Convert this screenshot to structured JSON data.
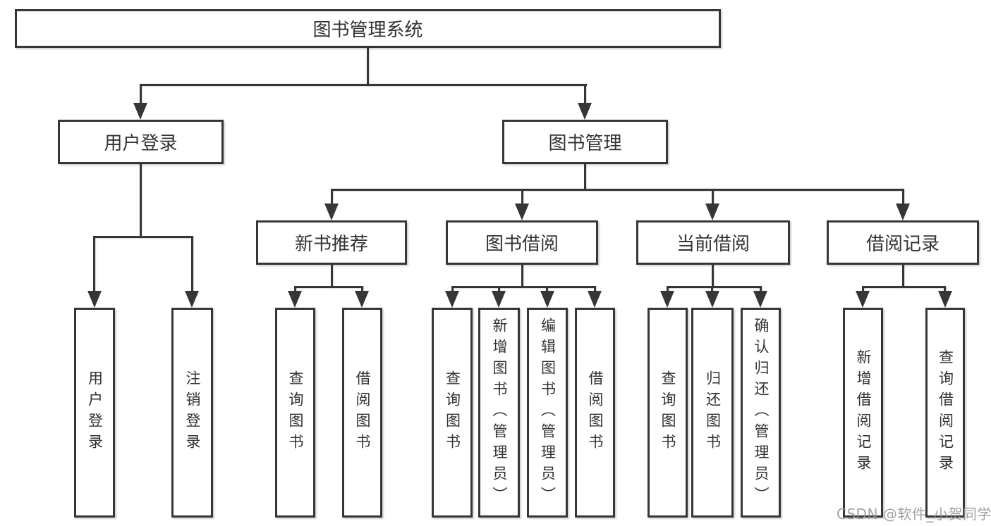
{
  "diagram": {
    "root": {
      "label": "图书管理系统"
    },
    "branches": [
      {
        "label": "用户登录",
        "children": [
          "用户登录",
          "注销登录"
        ]
      },
      {
        "label": "图书管理",
        "children": [
          {
            "label": "新书推荐",
            "children": [
              "查询图书",
              "借阅图书"
            ]
          },
          {
            "label": "图书借阅",
            "children": [
              "查询图书",
              "新增图书（管理员）",
              "编辑图书（管理员）",
              "借阅图书"
            ]
          },
          {
            "label": "当前借阅",
            "children": [
              "查询图书",
              "归还图书",
              "确认归还（管理员）"
            ]
          },
          {
            "label": "借阅记录",
            "children": [
              "新增借阅记录",
              "查询借阅记录"
            ]
          }
        ]
      }
    ],
    "colors": {
      "line": "#363636",
      "box_background": "#ffffff",
      "text": "#333333",
      "watermark": "#919191"
    }
  },
  "watermark": {
    "text": "CSDN @软件_小贺同学"
  }
}
